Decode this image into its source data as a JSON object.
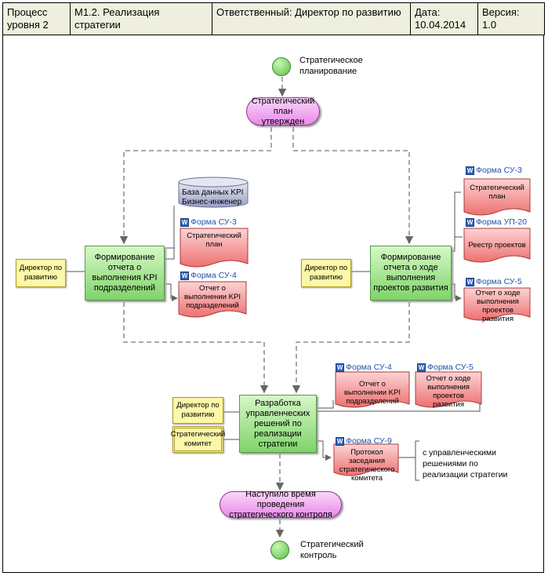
{
  "header": {
    "level_line1": "Процесс",
    "level_line2": "уровня 2",
    "process": "М1.2.  Реализация стратегии",
    "responsible": "Ответственный: Директор по развитию",
    "date_label": "Дата:",
    "date_value": "10.04.2014",
    "version_label": "Версия:",
    "version_value": "1.0"
  },
  "start_event_label": "Стратегическое планирование",
  "event_plan_approved": "Стратегический план утвержден",
  "db_label": "База данных KPI Бизнес-инженер",
  "left_step": "Формирование отчета о выполнения KPI подразделений",
  "left_role": "Директор по развитию",
  "left_forms": [
    {
      "form": "Форма СУ-3",
      "doc": "Стратегический план"
    },
    {
      "form": "Форма СУ-4",
      "doc": "Отчет о выполнении KPI подразделений"
    }
  ],
  "right_step": "Формирование отчета о ходе выполнения проектов развития",
  "right_role": "Директор по развитию",
  "right_forms": [
    {
      "form": "Форма СУ-3",
      "doc": "Стратегический план"
    },
    {
      "form": "Форма УП-20",
      "doc": "Реестр проектов"
    },
    {
      "form": "Форма СУ-5",
      "doc": "Отчет о ходе выполнения проектов развития"
    }
  ],
  "center_step": "Разработка управленческих решений по реализации стратегии",
  "center_roles": [
    "Директор по развитию",
    "Стратегический комитет"
  ],
  "center_inputs": [
    {
      "form": "Форма СУ-4",
      "doc": "Отчет о выполнении KPI подразделений"
    },
    {
      "form": "Форма СУ-5",
      "doc": "Отчет о ходе выполнения проектов развития"
    }
  ],
  "center_output": {
    "form": "Форма СУ-9",
    "doc": "Протокол заседания стратегического комитета"
  },
  "annotation": "с управленческими решениями по реализации стратегии",
  "event_control_time": "Наступило время проведения стратегического контроля",
  "end_event_label": "Стратегический контроль",
  "colors": {
    "header_bg": "#efefdf",
    "step_green": "#7fd46a",
    "event_pink": "#e78ae7",
    "doc_red": "#f07a7a",
    "role_yellow": "#fdf7a8",
    "db_blue": "#b8bdd8"
  }
}
